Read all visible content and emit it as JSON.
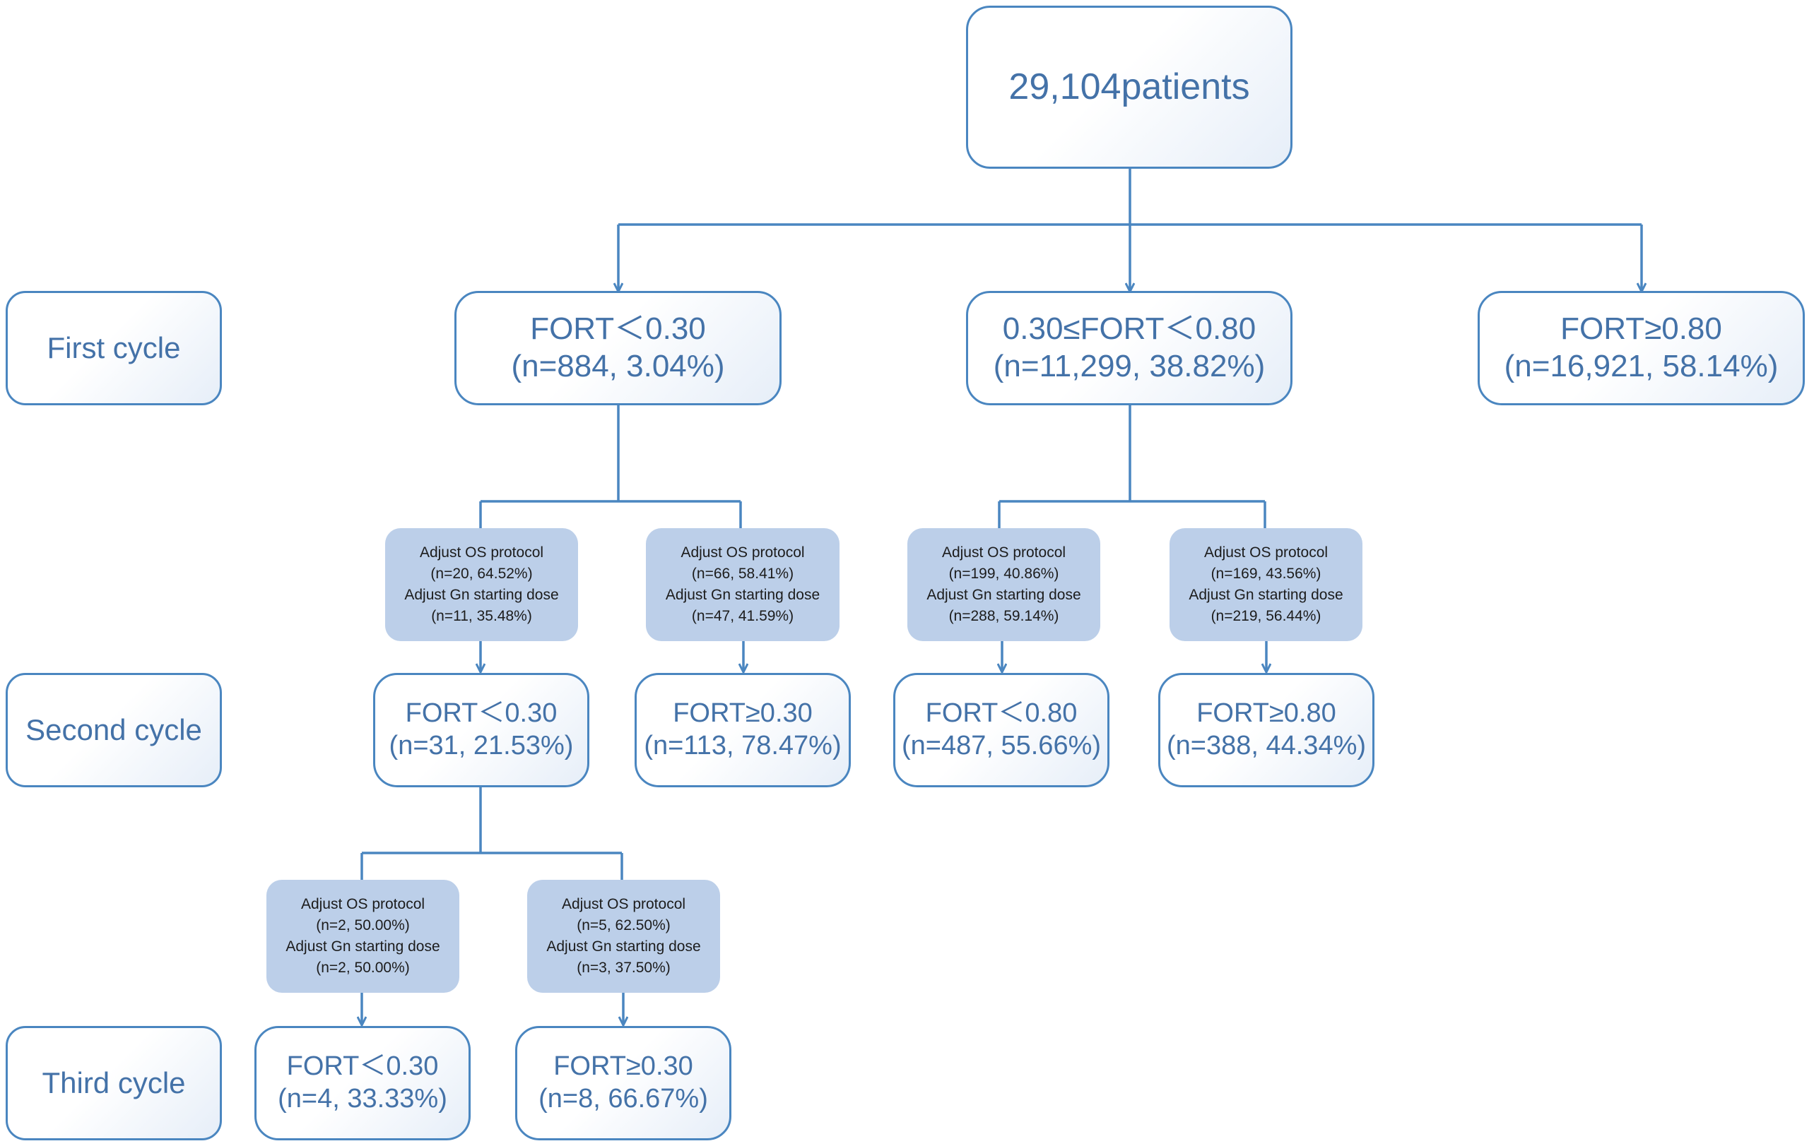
{
  "root": {
    "label": "29,104patients"
  },
  "cycles": {
    "first": "First cycle",
    "second": "Second cycle",
    "third": "Third cycle"
  },
  "first_cycle": {
    "low": {
      "label": "FORT＜0.30",
      "count": "(n=884,   3.04%)"
    },
    "mid": {
      "label": "0.30≤FORT＜0.80",
      "count": "(n=11,299,   38.82%)"
    },
    "high": {
      "label": "FORT≥0.80",
      "count": "(n=16,921,   58.14%)"
    }
  },
  "second_cycle": {
    "adjust": [
      {
        "os": "Adjust OS protocol",
        "os_n": "(n=20, 64.52%)",
        "gn": "Adjust Gn starting dose",
        "gn_n": "(n=11, 35.48%)"
      },
      {
        "os": "Adjust OS protocol",
        "os_n": "(n=66, 58.41%)",
        "gn": "Adjust Gn starting dose",
        "gn_n": "(n=47, 41.59%)"
      },
      {
        "os": "Adjust OS protocol",
        "os_n": "(n=199, 40.86%)",
        "gn": "Adjust Gn starting dose",
        "gn_n": "(n=288, 59.14%)"
      },
      {
        "os": "Adjust OS protocol",
        "os_n": "(n=169, 43.56%)",
        "gn": "Adjust Gn starting dose",
        "gn_n": "(n=219, 56.44%)"
      }
    ],
    "outcomes": [
      {
        "label": "FORT＜0.30",
        "count": "(n=31, 21.53%)"
      },
      {
        "label": "FORT≥0.30",
        "count": "(n=113, 78.47%)"
      },
      {
        "label": "FORT＜0.80",
        "count": "(n=487, 55.66%)"
      },
      {
        "label": "FORT≥0.80",
        "count": "(n=388, 44.34%)"
      }
    ]
  },
  "third_cycle": {
    "adjust": [
      {
        "os": "Adjust OS protocol",
        "os_n": "(n=2, 50.00%)",
        "gn": "Adjust Gn starting dose",
        "gn_n": "(n=2, 50.00%)"
      },
      {
        "os": "Adjust OS protocol",
        "os_n": "(n=5, 62.50%)",
        "gn": "Adjust Gn starting dose",
        "gn_n": "(n=3, 37.50%)"
      }
    ],
    "outcomes": [
      {
        "label": "FORT＜0.30",
        "count": "(n=4, 33.33%)"
      },
      {
        "label": "FORT≥0.30",
        "count": "(n=8, 66.67%)"
      }
    ]
  },
  "colors": {
    "line": "#4a86c0",
    "text": "#4472a8",
    "adjust_fill": "#bccfe9"
  }
}
